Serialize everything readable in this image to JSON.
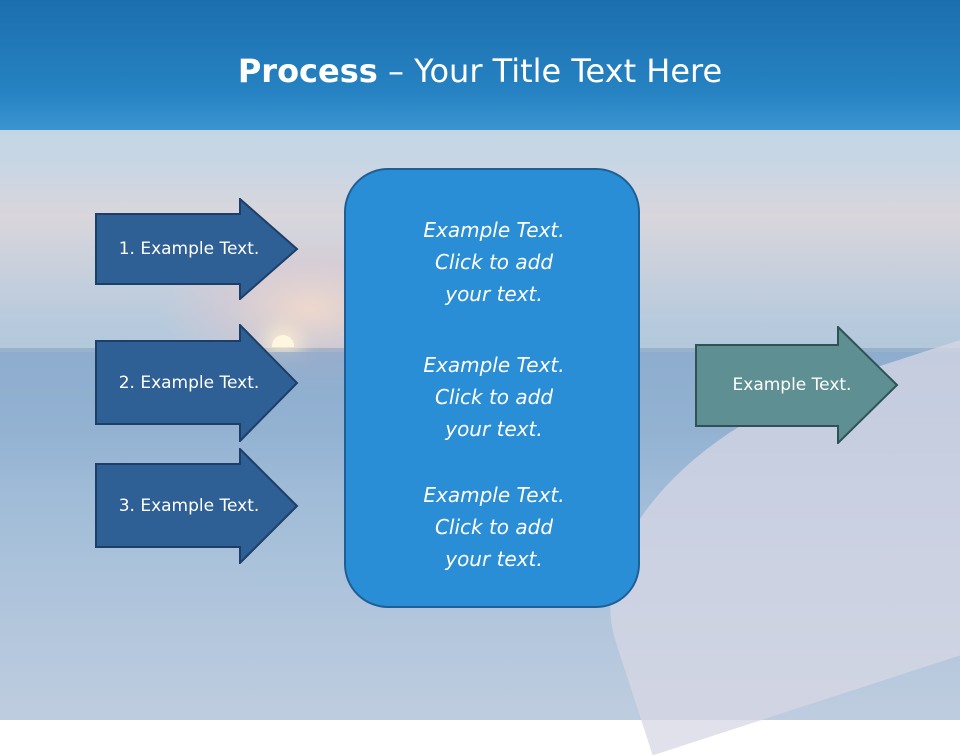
{
  "slide": {
    "title_bold": "Process",
    "title_rest": " – Your Title Text Here"
  },
  "inputs": [
    {
      "label": "1. Example Text."
    },
    {
      "label": "2. Example Text."
    },
    {
      "label": "3. Example Text."
    }
  ],
  "center": {
    "items": [
      {
        "line1": "Example Text.",
        "line2": "Click  to add",
        "line3": "your text."
      },
      {
        "line1": "Example Text.",
        "line2": "Click  to add",
        "line3": "your text."
      },
      {
        "line1": "Example Text.",
        "line2": "Click  to add",
        "line3": "your text."
      }
    ]
  },
  "output": {
    "label": "Example Text."
  },
  "colors": {
    "header": "#2682c2",
    "input_arrow": "#2e5f95",
    "center_box": "#2a8ed6",
    "output_arrow": "#5e8f92"
  }
}
